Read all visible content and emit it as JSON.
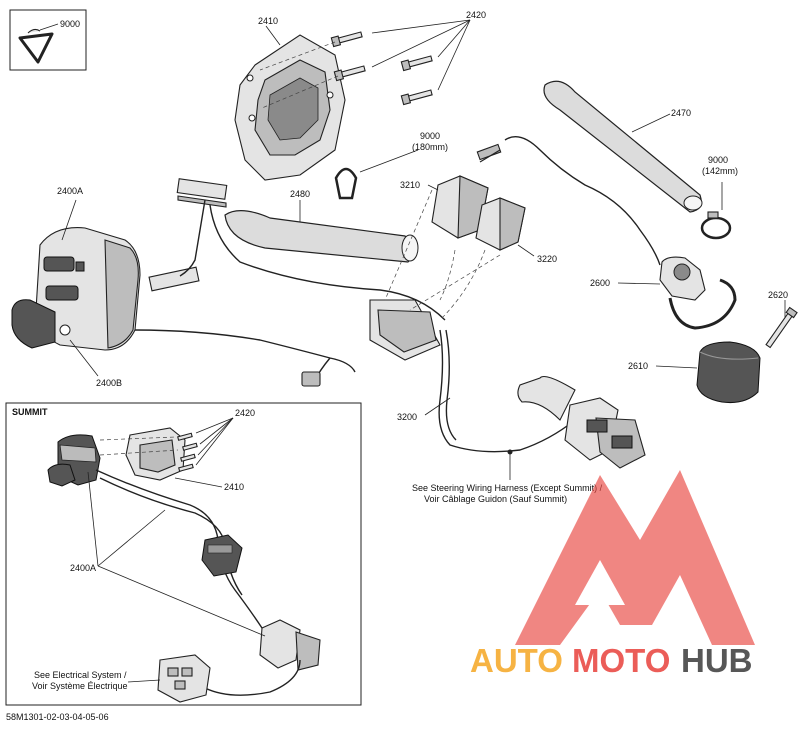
{
  "diagram_id": "58M1301-02-03-04-05-06",
  "callouts": {
    "c9000_top": "9000",
    "c2410": "2410",
    "c2420": "2420",
    "c2470": "2470",
    "c9000_a": "9000",
    "c9000_a_sub": "(180mm)",
    "c9000_b": "9000",
    "c9000_b_sub": "(142mm)",
    "c3210": "3210",
    "c3220": "3220",
    "c2400A": "2400A",
    "c2480": "2480",
    "c2600": "2600",
    "c2620": "2620",
    "c2610": "2610",
    "c2400B": "2400B",
    "c3200": "3200"
  },
  "notes": {
    "steering_line1": "See Steering Wiring Harness (Except Summit) /",
    "steering_line2": "Voir Câblage Guidon (Sauf Summit)"
  },
  "summit_box": {
    "title": "SUMMIT",
    "c2420": "2420",
    "c2410": "2410",
    "c2400A": "2400A",
    "electrical_line1": "See Electrical System /",
    "electrical_line2": "Voir Système Électrique"
  },
  "watermark": {
    "word_part1": "AUTO",
    "word_part2": "MOTO",
    "word_part3": "HUB",
    "color_orange": "#f5a623",
    "color_red": "#e8413c",
    "color_gray": "#3a3a3a"
  }
}
